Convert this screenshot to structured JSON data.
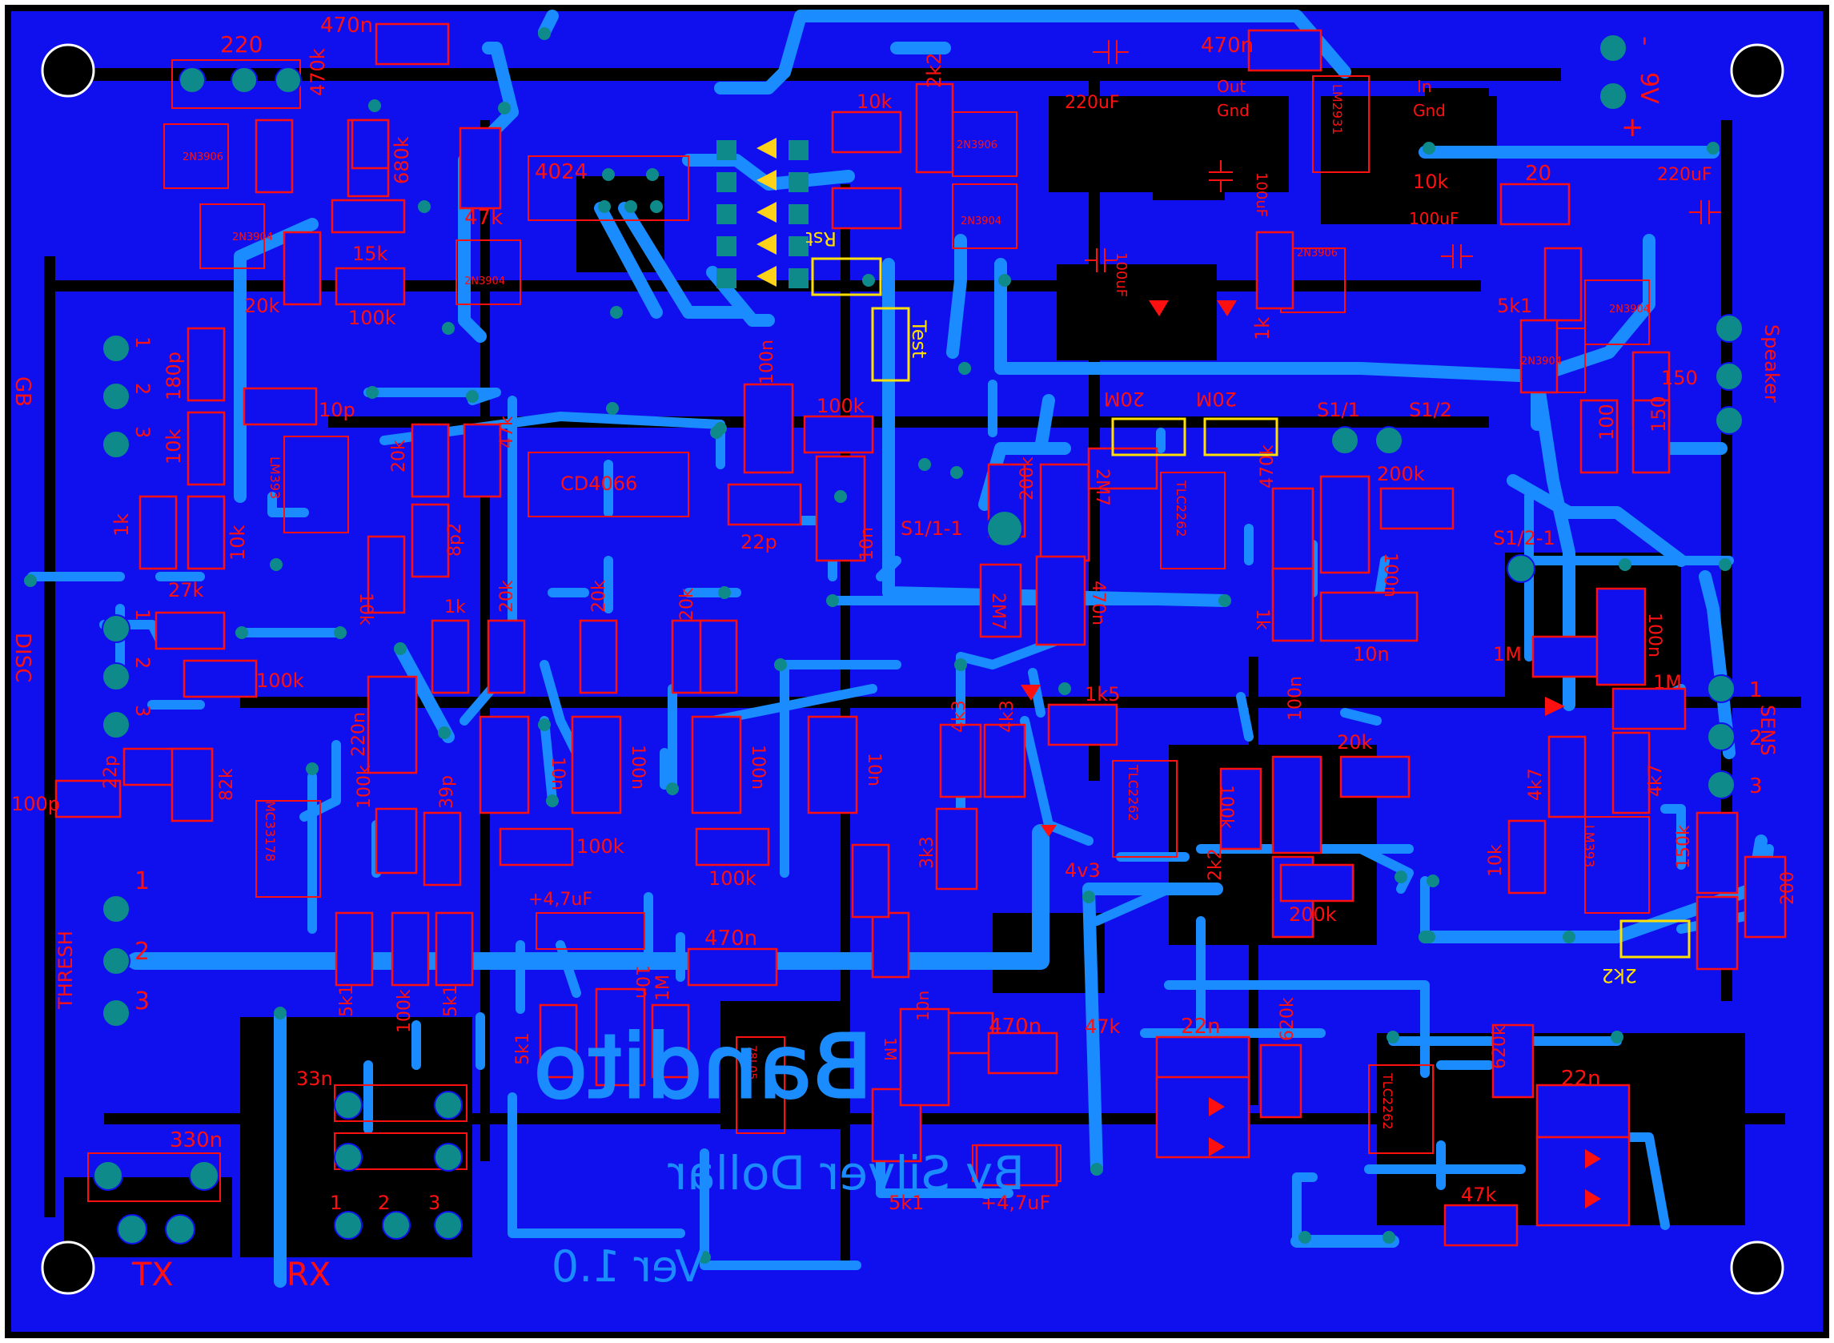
{
  "board": {
    "title": "Bandito",
    "subtitle": "By Silver Dollar",
    "version": "Ver 1.0",
    "colors": {
      "board_bg": "#000000",
      "copper_pour": "#1010ee",
      "trace": "#1a8cff",
      "silkscreen": "#ff1010",
      "highlight": "#ffe000",
      "pad": "#0e8a8a",
      "led": "#ffd21a"
    }
  },
  "connectors": {
    "tx": "TX",
    "rx": "RX",
    "thresh": "THRESH",
    "disc": "DISC",
    "gb": "GB",
    "sens": "SENS",
    "speaker": "Speaker",
    "battery": "9V",
    "plus": "+",
    "minus": "-",
    "pin1": "1",
    "pin2": "2",
    "pin3": "3",
    "s11": "S1/1",
    "s12": "S1/2",
    "s111": "S1/1-1",
    "s121": "S1/2-1",
    "out": "Out",
    "gnd_left": "Gnd",
    "in": "In",
    "gnd_right": "Gnd",
    "v43": "4v3"
  },
  "ics": {
    "u4024": "4024",
    "cd4066": "CD4066",
    "lm393_a": "LM393",
    "lm393_b": "LM393",
    "mc": "MC33178",
    "tlc_a": "TLC2262",
    "tlc_b": "TLC2262",
    "tlc_c": "TLC2262",
    "reg": "LM2931",
    "u78": "78L05"
  },
  "transistors": {
    "q1": "2N3906",
    "q2": "2N3904",
    "q3": "2N3904",
    "q4": "2N3906",
    "q5": "2N3904",
    "q6": "2N3904",
    "q7": "2N3906",
    "q8": "2N3904"
  },
  "parts": {
    "p220": "220",
    "p470n_a": "470n",
    "p470k": "470k",
    "p680k": "680k",
    "p47k_a": "47k",
    "p15k": "15k",
    "p20k_a": "20k",
    "p100k_a": "100k",
    "p10k_a": "10k",
    "p2k2_a": "2k2",
    "p10k_b": "10k",
    "p220uf_a": "220uF",
    "p470n_b": "470n",
    "p100u_a": "100uF",
    "p100u_b": "100uF",
    "p100u_c": "100uF",
    "p1k_a": "1k",
    "p220uf_b": "220uF",
    "p20": "20",
    "p5k1_a": "5k1",
    "p10k_c": "10k",
    "p150_a": "150",
    "p150_b": "150",
    "p100_a": "100",
    "p180p": "180p",
    "p10k_d": "10k",
    "p1k_b": "1k",
    "p10k_e": "10k",
    "p10p": "10p",
    "p20k_b": "20k",
    "p47k_b": "47k",
    "p8p2": "8p2",
    "p10k_f": "10k",
    "p100n_a": "100n",
    "p100k_b": "100k",
    "p22p": "22p",
    "p10n_a": "10n",
    "p27k": "27k",
    "p100k_c": "100k",
    "p1k_c": "1k",
    "p20k_c": "20k",
    "p20k_d": "20k",
    "p20k_e": "20k",
    "p220n": "220n",
    "p10n_b": "10n",
    "p100n_b": "100n",
    "p100n_c": "100n",
    "p10n_c": "10n",
    "p100k_d": "100k",
    "p100k_e": "100k",
    "p22p_b": "22p",
    "p82k": "82k",
    "p100p": "100p",
    "p100k_f": "100k",
    "p39p": "39p",
    "p47uf_a": "+4,7uF",
    "p470n_c": "470n",
    "p10n_d": "10n",
    "p1m_a": "1M",
    "p5k1_b": "5k1",
    "p5k1_c": "5k1",
    "p100k_g": "100k",
    "p5k1_d": "5k1",
    "p33n": "33n",
    "p330n": "330n",
    "p20m_a": "20M",
    "p20m_b": "20M",
    "p200k_a": "200k",
    "p2m7_a": "2M7",
    "p470k_b": "470k",
    "p200k_b": "200k",
    "p1k_d": "1k",
    "p100n_d": "100n",
    "p10n_e": "10n",
    "p2m7_b": "2M7",
    "p470n_d": "470n",
    "p4k3_a": "4k3",
    "p4k3_b": "4k3",
    "p1k5": "1k5",
    "p3k3": "3k3",
    "p100k_h": "100k",
    "p100n_e": "100n",
    "p20k_f": "20k",
    "p2k2_b": "2k2",
    "p200k_c": "200k",
    "p1m_b": "1M",
    "p100n_f": "100n",
    "p1m_c": "1M",
    "p4k7_a": "4k7",
    "p4k7_b": "4k7",
    "p10k_g": "10k",
    "p150k": "150k",
    "p200": "200",
    "p2k2_c": "2k2",
    "p1m_d": "1M",
    "p10n_f": "10n",
    "p470n_e": "470n",
    "p47k_c": "47k",
    "p22n_a": "22n",
    "p620k_a": "620k",
    "p620k_b": "620k",
    "p22n_b": "22n",
    "p47k_d": "47k",
    "p5k1_e": "5k1",
    "p47uf_b": "+4,7uF",
    "rst": "Rst",
    "test": "Test"
  }
}
